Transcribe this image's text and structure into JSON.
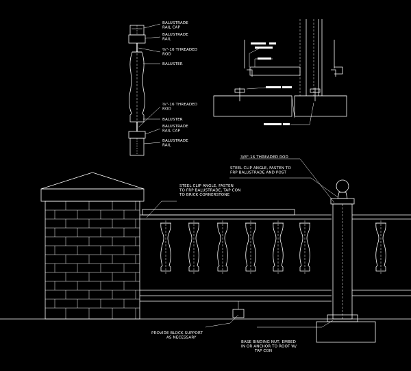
{
  "labels": {
    "rail_cap_top": [
      "BALUSTRADE",
      "RAIL CAP"
    ],
    "rail_top": [
      "BALUSTRADE",
      "RAIL"
    ],
    "rod_top": [
      "⅝\"-16 THREADED",
      "ROD"
    ],
    "baluster_top": [
      "BALUSTER"
    ],
    "rod_bottom": [
      "⅝\"-16 THREADED",
      "ROD"
    ],
    "baluster_bottom": [
      "BALUSTER"
    ],
    "rail_cap_bottom": [
      "BALUSTRADE",
      "RAIL CAP"
    ],
    "rail_bottom": [
      "BALUSTRADE",
      "RAIL"
    ],
    "threaded_rod_post": [
      "3/8\"-16 THREADED ROD"
    ],
    "clip_angle_post": [
      "STEEL CLIP ANGLE, FASTEN TO",
      "FRP BALUSTRADE AND POST"
    ],
    "clip_angle_brick": [
      "STEEL CLIP ANGLE, FASTEN",
      "TO FRP BALUSTRADE, TAP CON",
      "TO BRICK CORNERSTONE"
    ],
    "block_support": [
      "PROVIDE BLOCK SUPPORT",
      "AS NECESSARY"
    ],
    "base_nut": [
      "BASE BINDING NUT, EMBED",
      "IN OR ANCHOR TO ROOF W/",
      "TAP CON"
    ]
  }
}
